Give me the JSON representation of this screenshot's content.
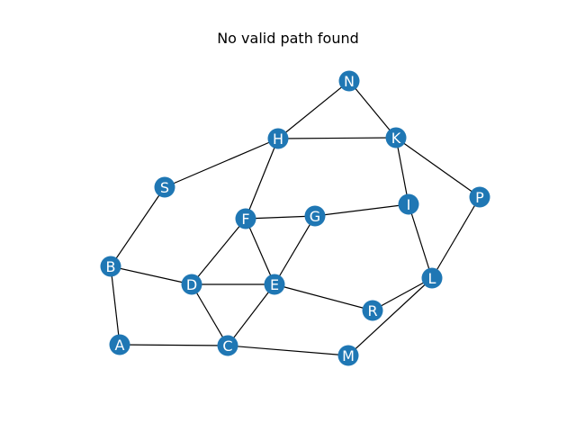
{
  "title": "No valid path found",
  "colors": {
    "node_fill": "#1f77b4",
    "node_label": "#ffffff",
    "edge": "#000000",
    "background": "#ffffff"
  },
  "nodes": [
    "N",
    "H",
    "K",
    "S",
    "F",
    "G",
    "I",
    "P",
    "B",
    "D",
    "E",
    "L",
    "R",
    "A",
    "C",
    "M"
  ],
  "edges": [
    [
      "N",
      "H"
    ],
    [
      "N",
      "K"
    ],
    [
      "H",
      "K"
    ],
    [
      "H",
      "S"
    ],
    [
      "H",
      "F"
    ],
    [
      "K",
      "I"
    ],
    [
      "K",
      "P"
    ],
    [
      "S",
      "B"
    ],
    [
      "F",
      "G"
    ],
    [
      "F",
      "D"
    ],
    [
      "F",
      "E"
    ],
    [
      "G",
      "I"
    ],
    [
      "G",
      "E"
    ],
    [
      "I",
      "L"
    ],
    [
      "P",
      "L"
    ],
    [
      "B",
      "D"
    ],
    [
      "B",
      "A"
    ],
    [
      "D",
      "E"
    ],
    [
      "D",
      "C"
    ],
    [
      "E",
      "C"
    ],
    [
      "E",
      "R"
    ],
    [
      "L",
      "R"
    ],
    [
      "L",
      "M"
    ],
    [
      "A",
      "C"
    ],
    [
      "C",
      "M"
    ]
  ]
}
